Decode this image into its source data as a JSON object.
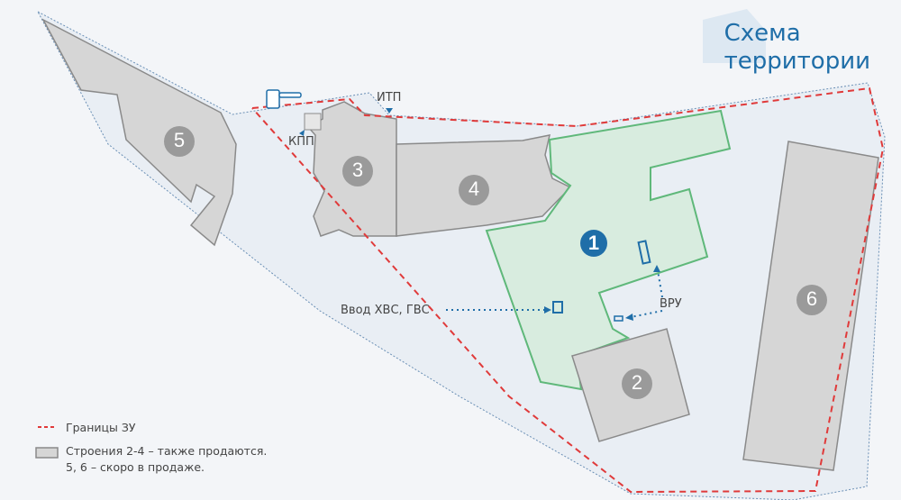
{
  "title": {
    "line1": "Схема",
    "line2": "территории"
  },
  "buildings": [
    {
      "id": "1",
      "label": "1",
      "status": "main"
    },
    {
      "id": "2",
      "label": "2"
    },
    {
      "id": "3",
      "label": "3"
    },
    {
      "id": "4",
      "label": "4"
    },
    {
      "id": "5",
      "label": "5"
    },
    {
      "id": "6",
      "label": "6"
    }
  ],
  "labels": {
    "itp": "ИТП",
    "kpp": "КПП",
    "vru": "ВРУ",
    "water_input": "Ввод ХВС, ГВС"
  },
  "legend": {
    "boundary": "Границы ЗУ",
    "buildings_line1": "Строения 2-4 – также продаются.",
    "buildings_line2": "5, 6 – скоро в продаже."
  },
  "colors": {
    "accent": "#1f6ea8",
    "boundary": "#e03a3a",
    "green": "#5fb87a",
    "building": "#d6d6d6"
  }
}
